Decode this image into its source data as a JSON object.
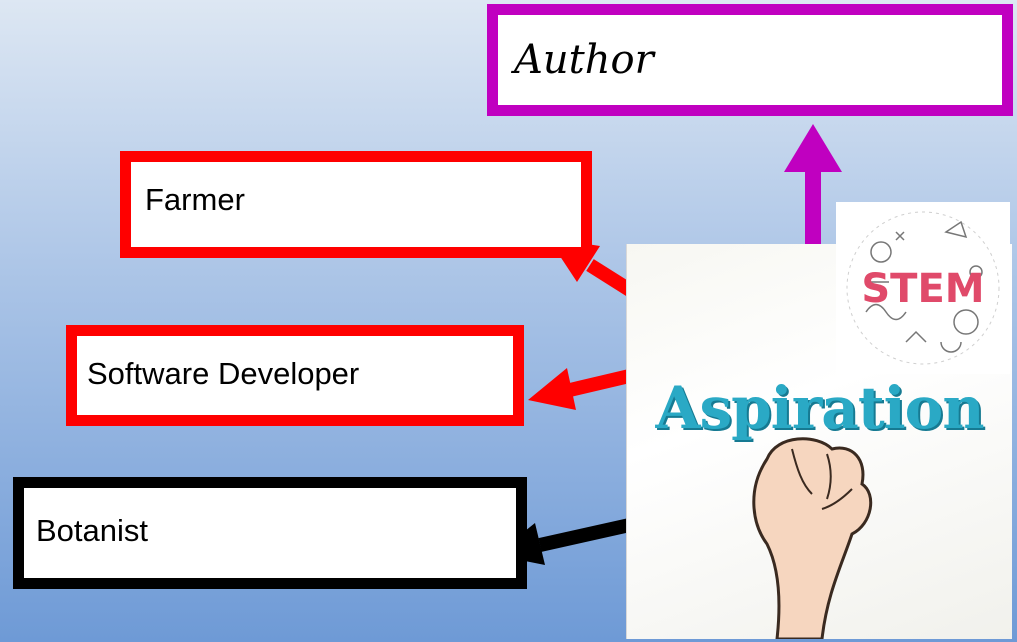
{
  "boxes": {
    "author": "Author",
    "farmer": "Farmer",
    "software_developer": "Software Developer",
    "botanist": "Botanist"
  },
  "image": {
    "aspiration_word": "Aspiration",
    "stem_logo_text": "STEM"
  },
  "colors": {
    "author_border": "#c000c0",
    "farmer_border": "#ff0000",
    "software_border": "#ff0000",
    "botanist_border": "#000000"
  }
}
